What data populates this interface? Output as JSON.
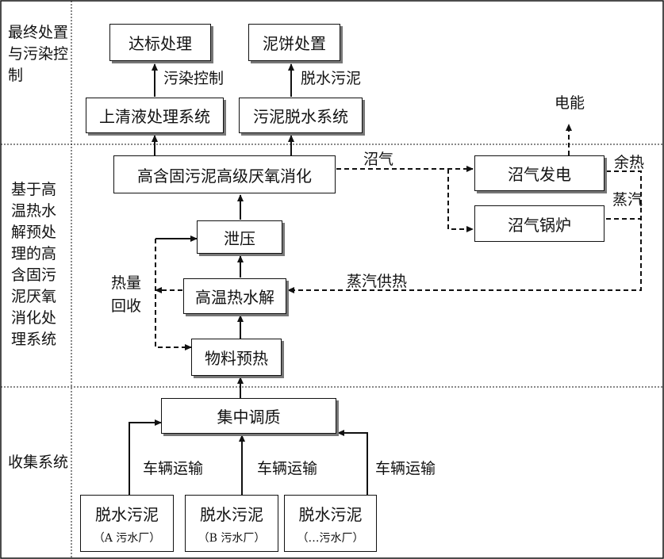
{
  "sections": {
    "top": "最终处置与污染控制",
    "middle": "基于高温热水解预处理的高含固污泥厌氧消化处理系统",
    "bottom": "收集系统"
  },
  "nodes": {
    "dabiao": "达标处理",
    "nibing": "泥饼处置",
    "qingye": "上清液处理系统",
    "tuoshui": "污泥脱水系统",
    "xiaohua": "高含固污泥高级厌氧消化",
    "xieya": "泄压",
    "reshuijie": "高温热水解",
    "yure": "物料预热",
    "jizhong": "集中调质",
    "fadian": "沼气发电",
    "guolu": "沼气锅炉"
  },
  "sources": [
    {
      "title": "脱水污泥",
      "sub": "（A 污水厂）"
    },
    {
      "title": "脱水污泥",
      "sub": "（B 污水厂）"
    },
    {
      "title": "脱水污泥",
      "sub": "（…污水厂）"
    }
  ],
  "labels": {
    "wuran": "污染控制",
    "tuoshuiwuni": "脱水污泥",
    "dianneng": "电能",
    "zhaoqi": "沼气",
    "yure": "余热",
    "zhengqi": "蒸汽",
    "zhengqigongre": "蒸汽供热",
    "reliang": "热量",
    "huishou": "回收",
    "cheliang": "车辆运输"
  }
}
